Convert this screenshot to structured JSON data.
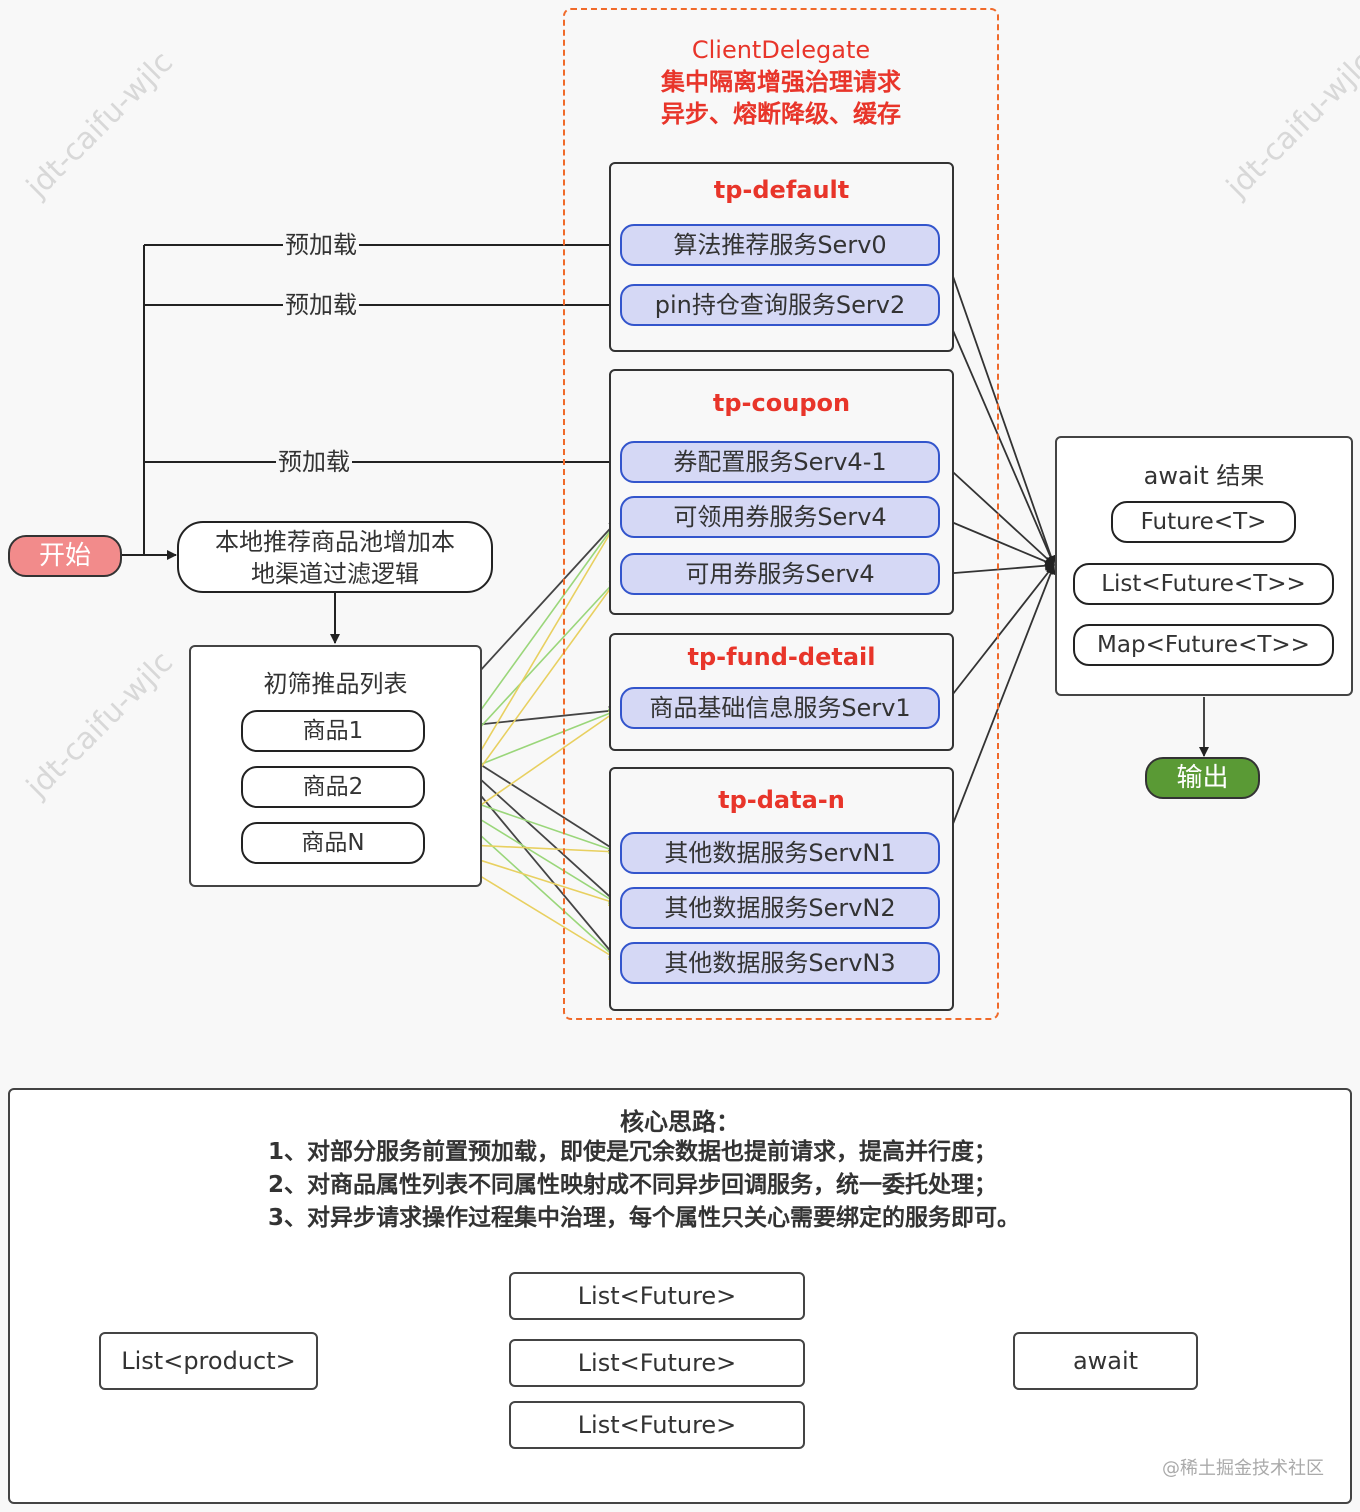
{
  "watermark": "jdt-caifu-wjlc",
  "delegate": {
    "title": "ClientDelegate",
    "line2": "集中隔离增强治理请求",
    "line3": "异步、熔断降级、缓存"
  },
  "groups": [
    {
      "title": "tp-default",
      "services": [
        "算法推荐服务Serv0",
        "pin持仓查询服务Serv2"
      ]
    },
    {
      "title": "tp-coupon",
      "services": [
        "券配置服务Serv4-1",
        "可领用券服务Serv4",
        "可用券服务Serv4"
      ]
    },
    {
      "title": "tp-fund-detail",
      "services": [
        "商品基础信息服务Serv1"
      ]
    },
    {
      "title": "tp-data-n",
      "services": [
        "其他数据服务ServN1",
        "其他数据服务ServN2",
        "其他数据服务ServN3"
      ]
    }
  ],
  "preload_labels": [
    "预加载",
    "预加载",
    "预加载"
  ],
  "start_label": "开始",
  "filter_node": {
    "line1": "本地推荐商品池增加本",
    "line2": "地渠道过滤逻辑"
  },
  "product_list": {
    "title": "初筛推品列表",
    "items": [
      "商品1",
      "商品2",
      "商品N"
    ]
  },
  "await_box": {
    "title": "await 结果",
    "items": [
      "Future<T>",
      "List<Future<T>>",
      "Map<Future<T>>"
    ]
  },
  "output_label": "输出",
  "notes": {
    "title": "核心思路：",
    "lines": [
      "1、对部分服务前置预加载，即使是冗余数据也提前请求，提高并行度；",
      "2、对商品属性列表不同属性映射成不同异步回调服务，统一委托处理；",
      "3、对异步请求操作过程集中治理，每个属性只关心需要绑定的服务即可。"
    ]
  },
  "mini_flow": {
    "source": "List<product>",
    "futures": [
      "List<Future>",
      "List<Future>",
      "List<Future>"
    ],
    "target": "await"
  },
  "credit": "@稀土掘金技术社区",
  "colors": {
    "accent_red": "#e8352a",
    "delegate_border": "#f06a2a",
    "service_fill": "#d5d8f5",
    "service_border": "#3355cc",
    "start_fill": "#f28b8b",
    "output_fill": "#5a9a35",
    "edge_green": "#9ad67a",
    "edge_yellow": "#e8d060"
  }
}
